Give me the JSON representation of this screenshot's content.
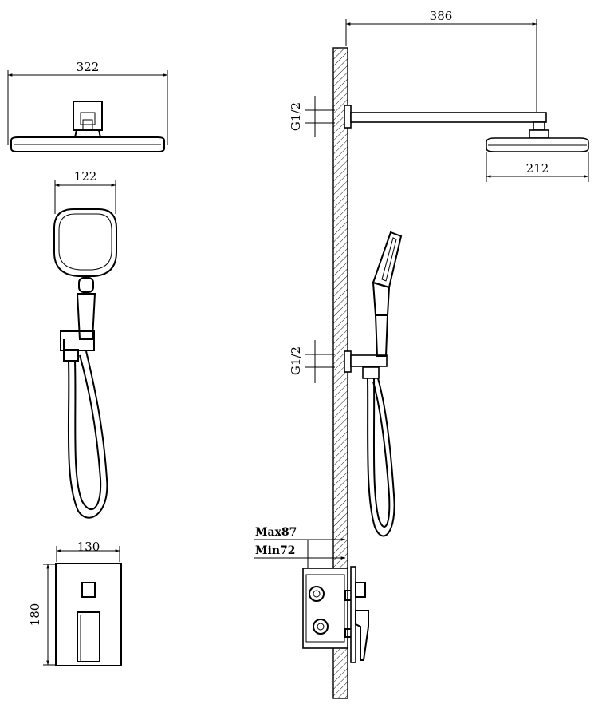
{
  "dimensions": {
    "head_front_width": "322",
    "handshower_width": "122",
    "plate_width": "130",
    "plate_height": "180",
    "arm_length": "386",
    "head_side_width": "212",
    "thread_top": "G1/2",
    "thread_bottom": "G1/2",
    "max_depth": "Max87",
    "min_depth": "Min72"
  },
  "colors": {
    "line": "#000000",
    "background": "#ffffff"
  }
}
